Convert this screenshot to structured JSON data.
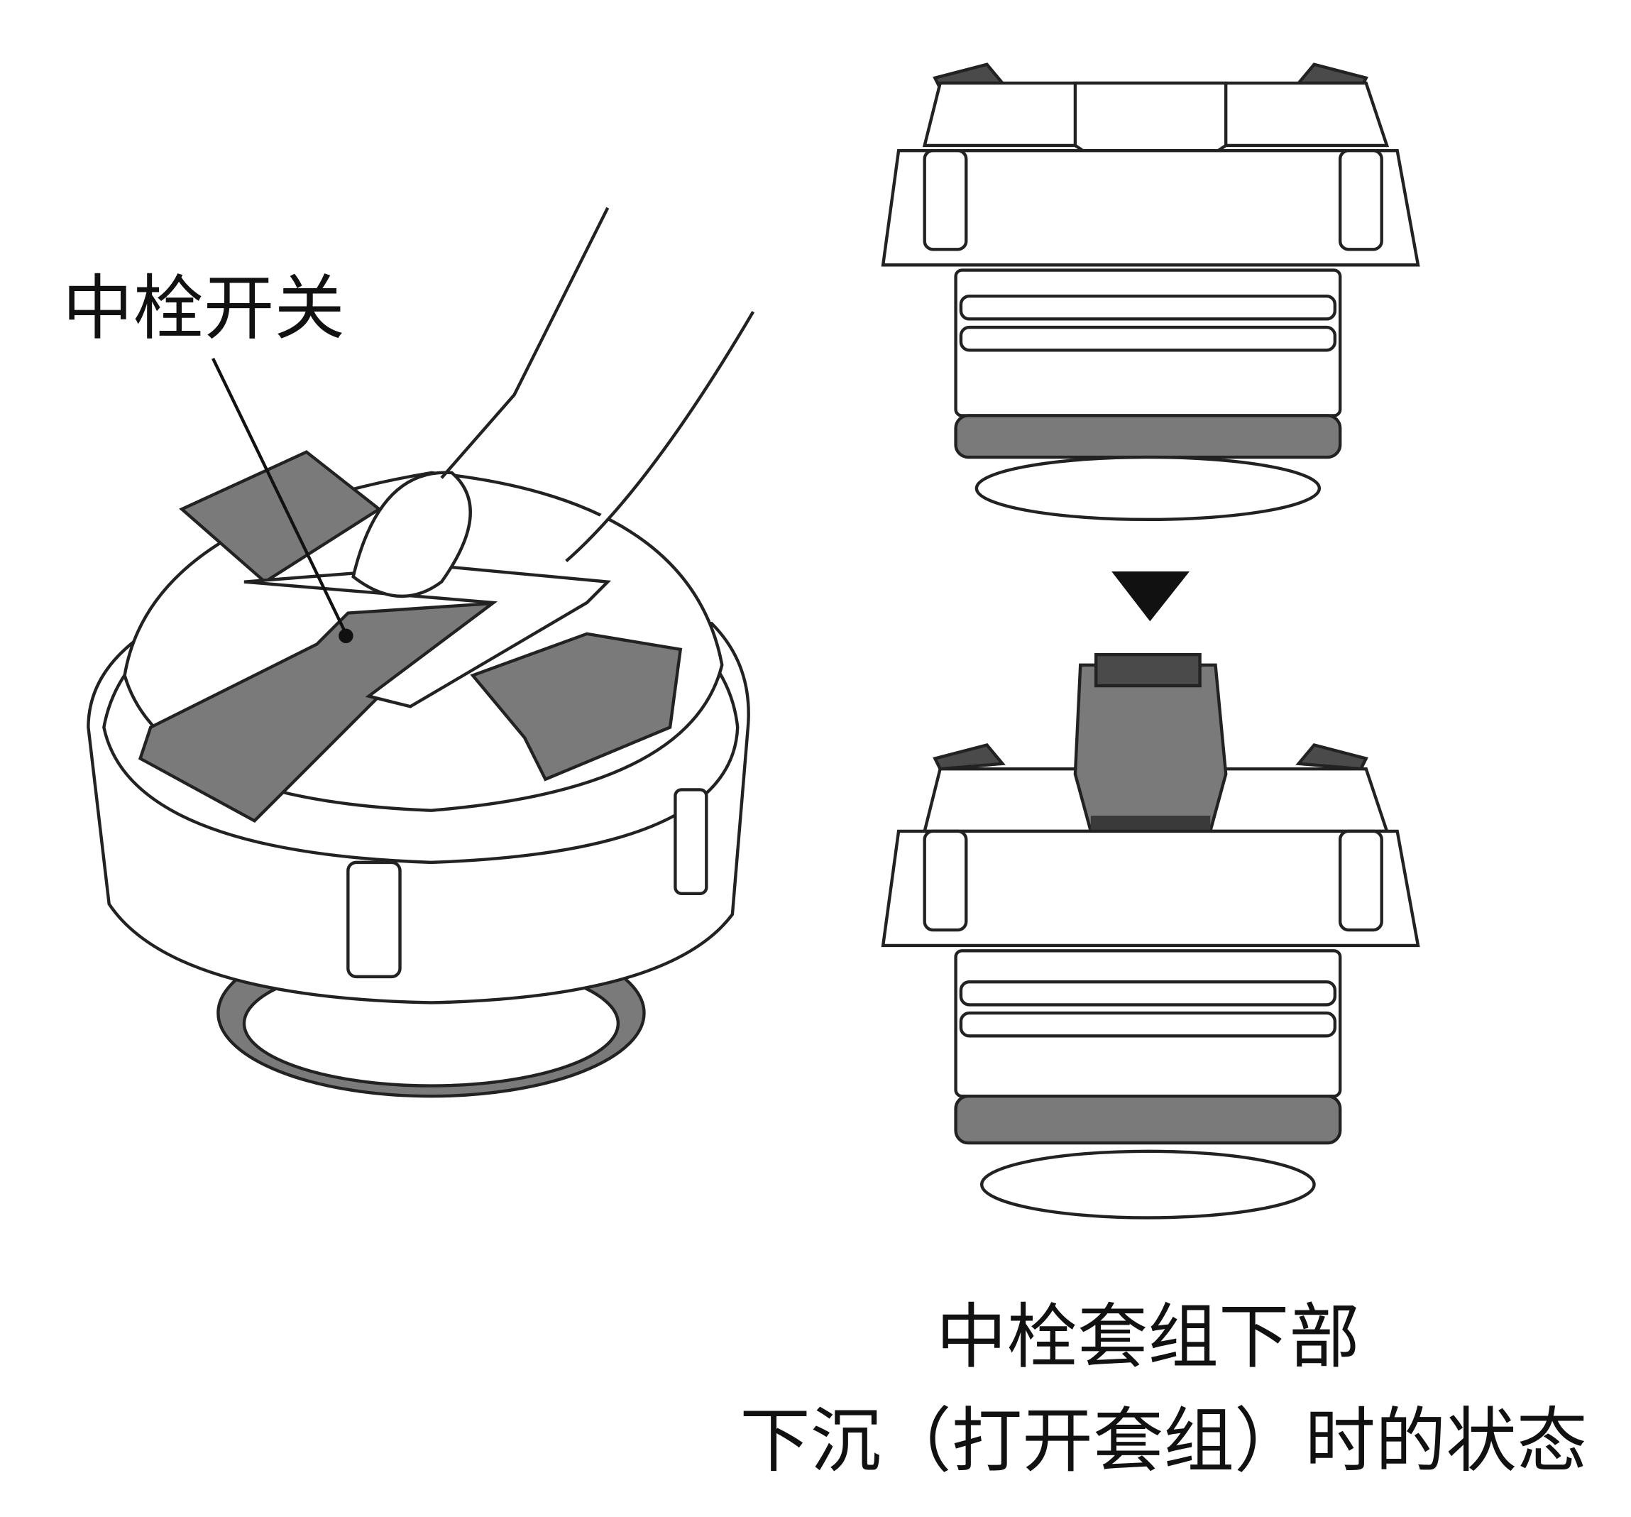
{
  "labels": {
    "switch_label": "中栓开关",
    "caption_line1": "中栓套组下部",
    "caption_line2": "下沉（打开套组）时的状态"
  },
  "icons": {
    "arrow": "down-triangle-icon"
  },
  "colors": {
    "gray_part": "#7a7a7a",
    "dark_part": "#4a4a4a",
    "outline": "#222222"
  }
}
